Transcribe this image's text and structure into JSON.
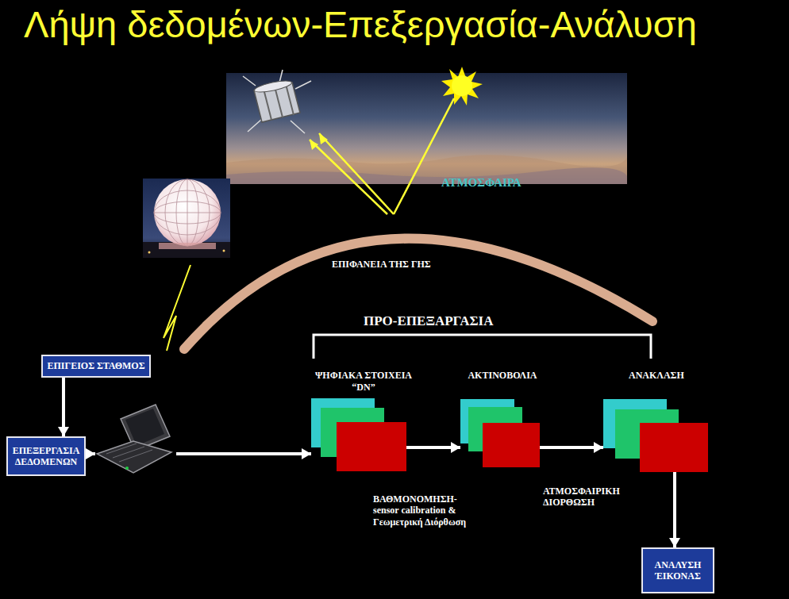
{
  "diagram": {
    "title": "Λήψη δεδομένων-Επεξεργασία-Ανάλυση",
    "nodes": [
      {
        "text": [
          "ΕΠΙΓΕΙΟΣ ΣΤΑΘΜΟΣ"
        ]
      },
      {
        "text": [
          "ΕΠΕΞΕΡΓΑΣΙΑ ΔΕΔΟΜΕΝΩΝ"
        ]
      },
      {
        "text": [
          "ΨΗΦΙΑΚΑ ΣΤΟΙΧΕΙΑ “DN”"
        ]
      },
      {
        "text": [
          "ΑΚΤΙΝΟΒΟΛΙΑ"
        ]
      },
      {
        "text": [
          "ΑΝΑΚΛΑΣΗ"
        ]
      },
      {
        "text": [
          "ΑΝΑΛΥΣΗ ΈΙΚΟΝΑΣ"
        ]
      }
    ],
    "edges": [
      {
        "from": 0,
        "to": 1,
        "arrow": "to"
      },
      {
        "from": 1,
        "to": 2,
        "arrow": "to"
      },
      {
        "from": 2,
        "to": 3,
        "label": "ΒΑΘΜΟΝΟΜΗΣΗ- sensor calibration & Γεωμετρική Διόρθωση",
        "arrow": "to"
      },
      {
        "from": 3,
        "to": 4,
        "label": "ΑΤΜΟΣΦΑΙΡΙΚΗ ΔΙΟΡΘΩΣΗ",
        "arrow": "to"
      },
      {
        "from": 4,
        "to": 5,
        "arrow": "to"
      }
    ],
    "labels": [
      "ΑΤΜΟΣΦΑΙΡΑ",
      "ΕΠΙΦΑΝΕΙΑ ΤΗΣ ΓΗΣ",
      "ΠΡΟ-ΕΠΕΞΑΡΓΑΣΙΑ"
    ]
  }
}
